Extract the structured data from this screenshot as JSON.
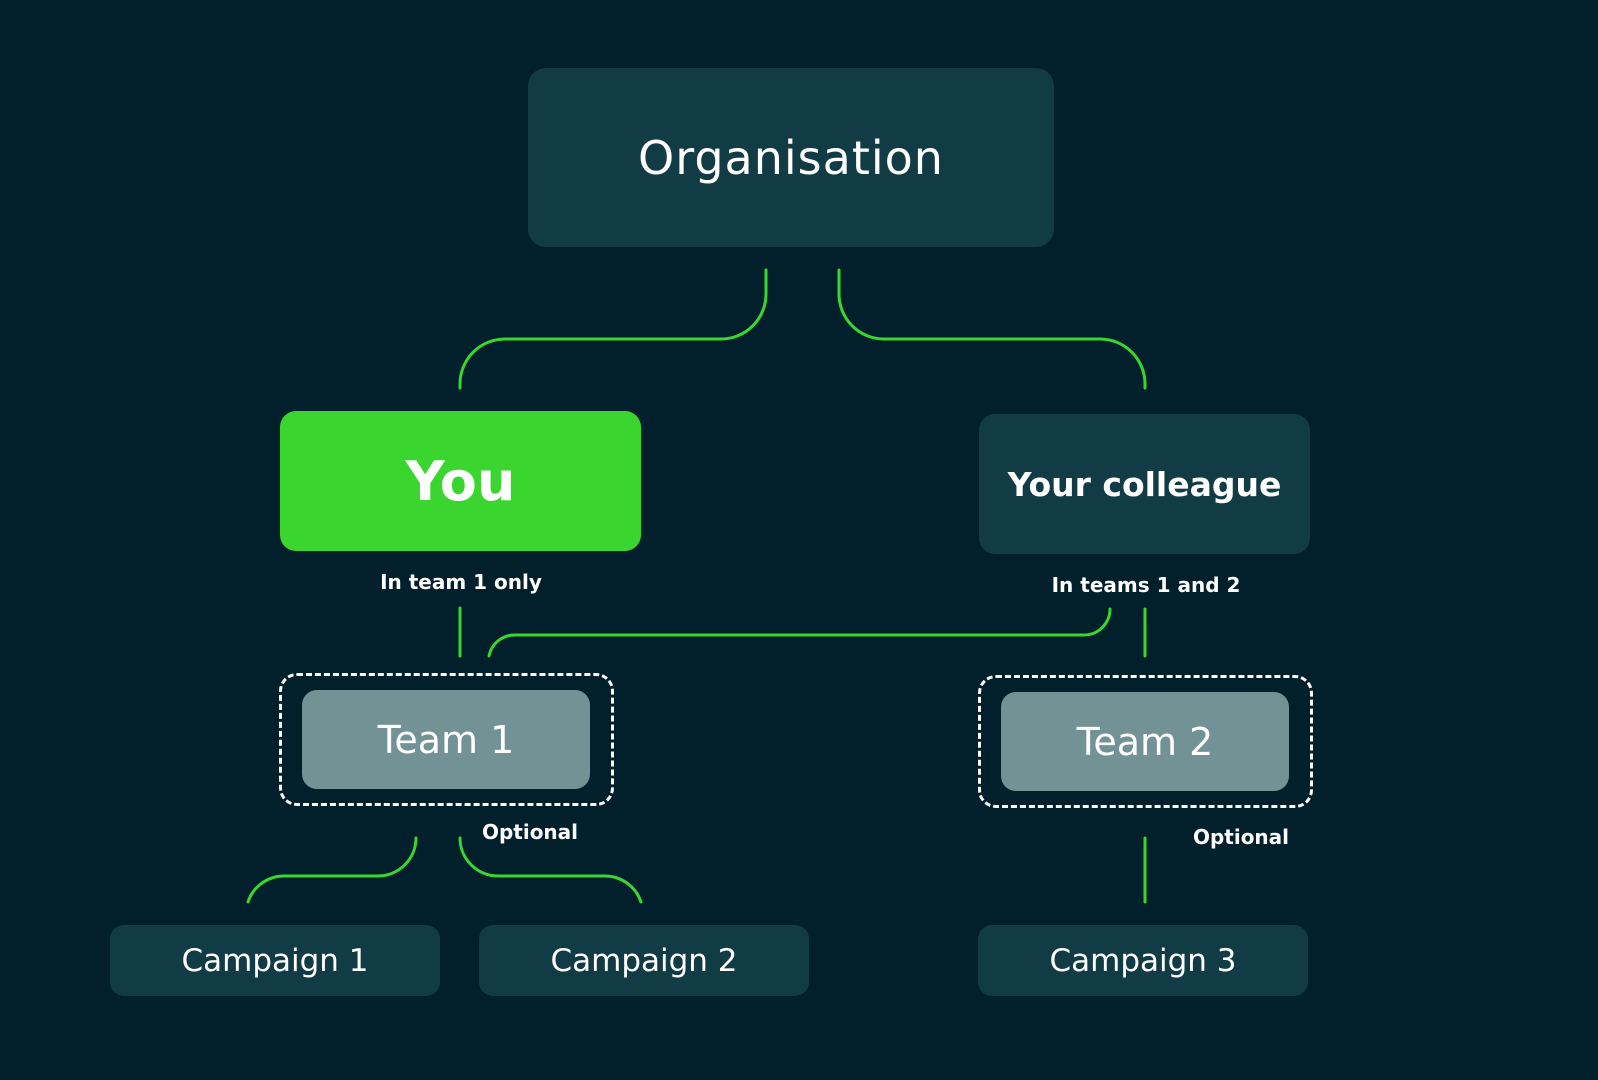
{
  "diagram": {
    "organisation": "Organisation",
    "you": "You",
    "colleague": "Your colleague",
    "you_note": "In team 1 only",
    "colleague_note": "In teams 1 and 2",
    "team1": "Team 1",
    "team2": "Team 2",
    "team1_optional": "Optional",
    "team2_optional": "Optional",
    "campaign1": "Campaign 1",
    "campaign2": "Campaign 2",
    "campaign3": "Campaign 3"
  },
  "colors": {
    "background": "#02202c",
    "box": "#123c45",
    "highlight": "#3ad62f",
    "team": "#729296",
    "connector": "#3ad62f"
  }
}
